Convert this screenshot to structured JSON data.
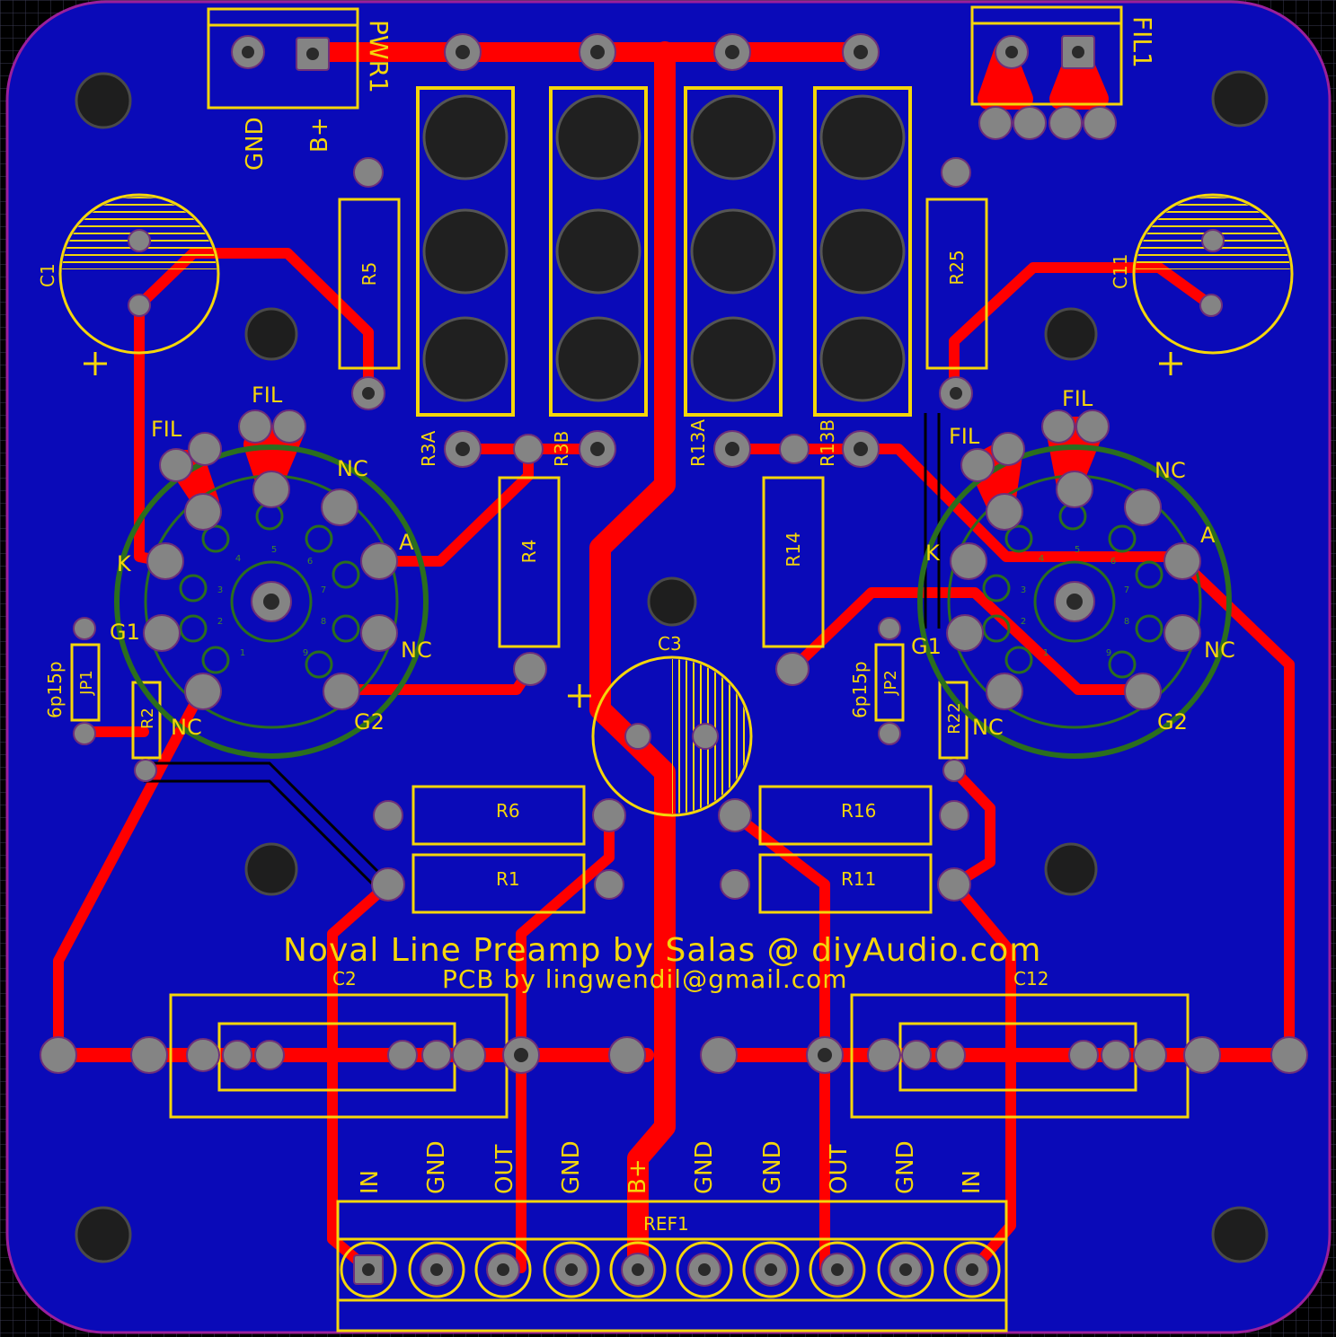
{
  "board": {
    "title": "Noval Line Preamp by Salas @ diyAudio.com",
    "credit": "PCB by lingwendil@gmail.com"
  },
  "colors": {
    "board": "#0a0ab8",
    "trace": "#ff0000",
    "silk": "#f5d60a",
    "pad": "#848484",
    "hole": "#2a2a2a",
    "socket": "#2b6e1e",
    "grid": "#3a3a52",
    "edge": "#9b1f9b"
  },
  "components": {
    "pwr1": "PWR1",
    "fil1": "FIL1",
    "c1": "C1",
    "c11": "C11",
    "c3": "C3",
    "c2": "C2",
    "c12": "C12",
    "r5": "R5",
    "r25": "R25",
    "r3a": "R3A",
    "r3b": "R3B",
    "r13a": "R13A",
    "r13b": "R13B",
    "r4": "R4",
    "r14": "R14",
    "r2": "R2",
    "r22": "R22",
    "r6": "R6",
    "r1": "R1",
    "r16": "R16",
    "r11": "R11",
    "jp1": "JP1",
    "jp2": "JP2",
    "ref1": "REF1"
  },
  "labels": {
    "gnd": "GND",
    "bplus": "B+",
    "plus": "+",
    "fil": "FIL",
    "nc": "NC",
    "k": "K",
    "a": "A",
    "g1": "G1",
    "g2": "G2",
    "jp_value": "6p15p"
  },
  "pin_numbers": [
    "1",
    "2",
    "3",
    "4",
    "5",
    "6",
    "7",
    "8",
    "9"
  ],
  "connector_pins": [
    "IN",
    "GND",
    "OUT",
    "GND",
    "B+",
    "GND",
    "GND",
    "OUT",
    "GND",
    "IN"
  ]
}
